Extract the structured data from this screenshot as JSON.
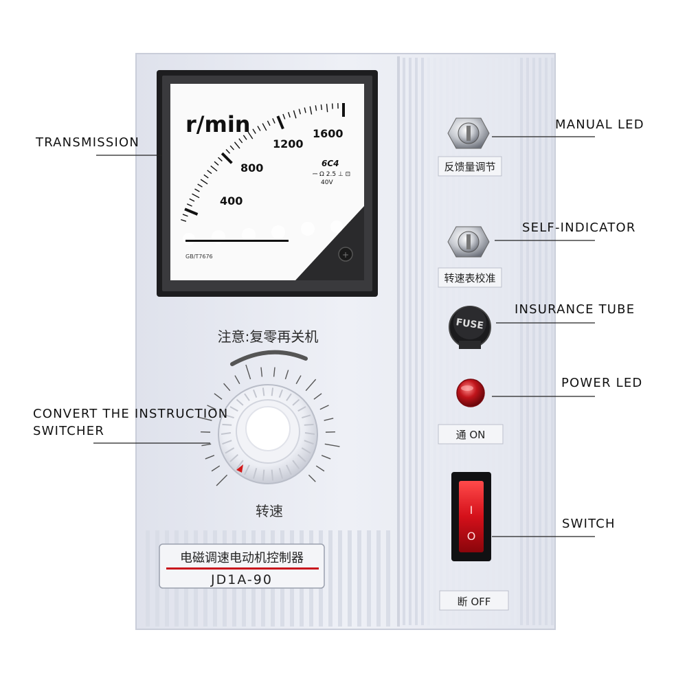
{
  "callouts": {
    "transmission": "TRANSMISSION",
    "convert_line1": "CONVERT THE INSTRUCTION",
    "convert_line2": "SWITCHER",
    "manual_led": "MANUAL LED",
    "self_indicator": "SELF-INDICATOR",
    "insurance_tube": "INSURANCE TUBE",
    "power_led": "POWER LED",
    "switch": "SWITCH"
  },
  "meter": {
    "unit": "r/min",
    "scale_labels": [
      "400",
      "800",
      "1200",
      "1600"
    ],
    "model": "6C4",
    "spec": "⎓ Ω 2.5 ⊥ ⊡",
    "voltage": "40V",
    "standard": "GB/T7676"
  },
  "panel": {
    "warning": "注意:复零再关机",
    "knob_label": "转速",
    "name_plate": "电磁调速电动机控制器",
    "model_plate": "JD1A-90",
    "feedback_label": "反馈量调节",
    "calibration_label": "转速表校准",
    "fuse_text": "FUSE",
    "on_label": "通 ON",
    "off_label": "断 OFF",
    "switch_marks": [
      "I",
      "O"
    ]
  },
  "colors": {
    "panel": "#e9ebf3",
    "bezel": "#222222",
    "led_red": "#c0141b",
    "rocker_red": "#d4101a",
    "accent_line": "#c8141c"
  }
}
